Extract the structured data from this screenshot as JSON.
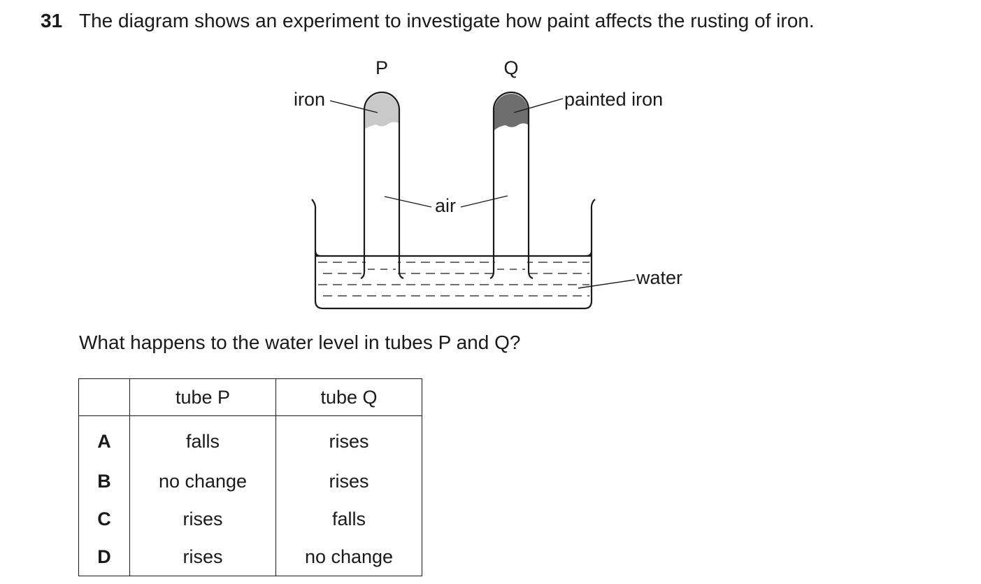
{
  "question": {
    "number": "31",
    "stem": "The diagram shows an experiment to investigate how paint affects the rusting of iron.",
    "prompt": "What happens to the water level in tubes P and Q?"
  },
  "diagram": {
    "tube_p_label": "P",
    "tube_q_label": "Q",
    "iron_label": "iron",
    "painted_iron_label": "painted iron",
    "air_label": "air",
    "water_label": "water",
    "colors": {
      "iron": "#c9c9c9",
      "painted_iron": "#6e6e6e",
      "line": "#1a1a1a"
    }
  },
  "table": {
    "headers": [
      "",
      "tube P",
      "tube Q"
    ],
    "rows": [
      {
        "option": "A",
        "tube_p": "falls",
        "tube_q": "rises"
      },
      {
        "option": "B",
        "tube_p": "no change",
        "tube_q": "rises"
      },
      {
        "option": "C",
        "tube_p": "rises",
        "tube_q": "falls"
      },
      {
        "option": "D",
        "tube_p": "rises",
        "tube_q": "no change"
      }
    ]
  }
}
